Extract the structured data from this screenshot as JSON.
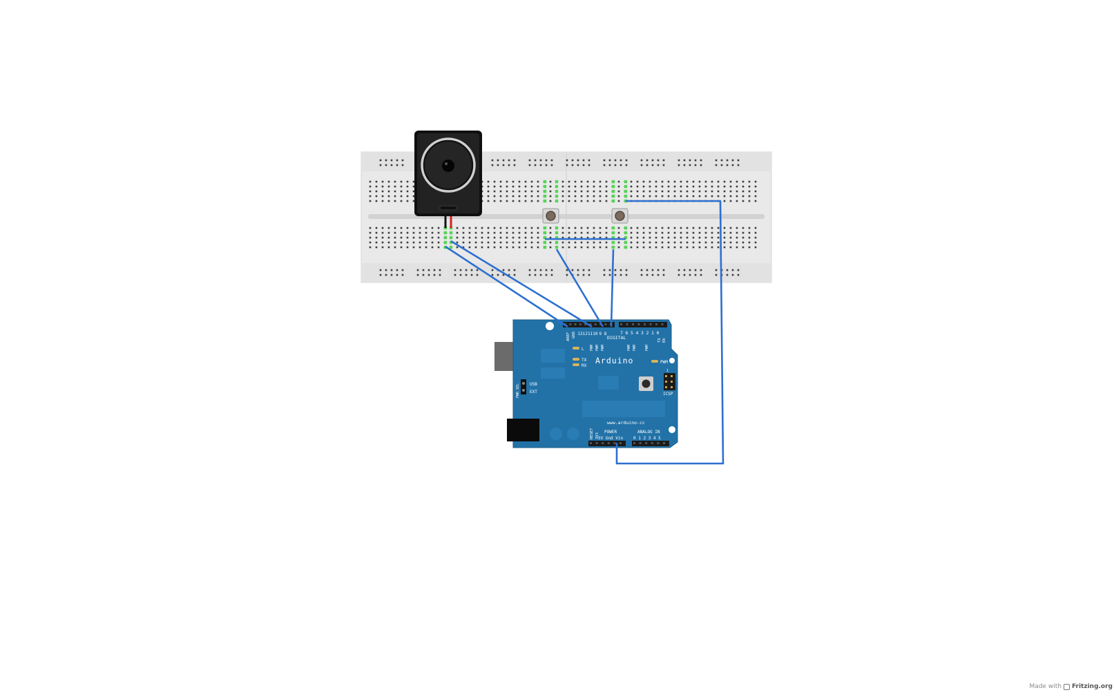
{
  "board": {
    "brand": "Arduino",
    "url": "www.arduino-cc",
    "digital_label": "DIGITAL",
    "aref_label": "AREF",
    "gnd_label": "GND",
    "digital_pins_high": [
      "13",
      "12",
      "11",
      "10",
      "9",
      "8"
    ],
    "digital_pins_low": [
      "7",
      "6",
      "5",
      "4",
      "3",
      "2",
      "1",
      "0"
    ],
    "tx_pin": "TX",
    "rx_pin": "RX",
    "pwm_label": "PWM",
    "led_l": "L",
    "led_tx": "TX",
    "led_rx": "RX",
    "pwr_sel": "PWR SEL",
    "usb_label": "USB",
    "ext_label": "EXT",
    "icsp_label": "ICSP",
    "reset_label": "RESET",
    "v33_label": "3V3",
    "power_label": "POWER",
    "power_pins": "5V Gnd Vin",
    "analog_label": "ANALOG IN",
    "analog_pins": "0 1 2 3 4 5",
    "icsp_pin1": "1"
  },
  "colors": {
    "board": "#2272a8",
    "wire": "#2d6fd0",
    "breadboard": "#e9e9e9",
    "highlight": "#56d456",
    "speaker": "#1a1a1a"
  },
  "credit": {
    "prefix": "Made with",
    "brand": "Fritzing.org"
  }
}
